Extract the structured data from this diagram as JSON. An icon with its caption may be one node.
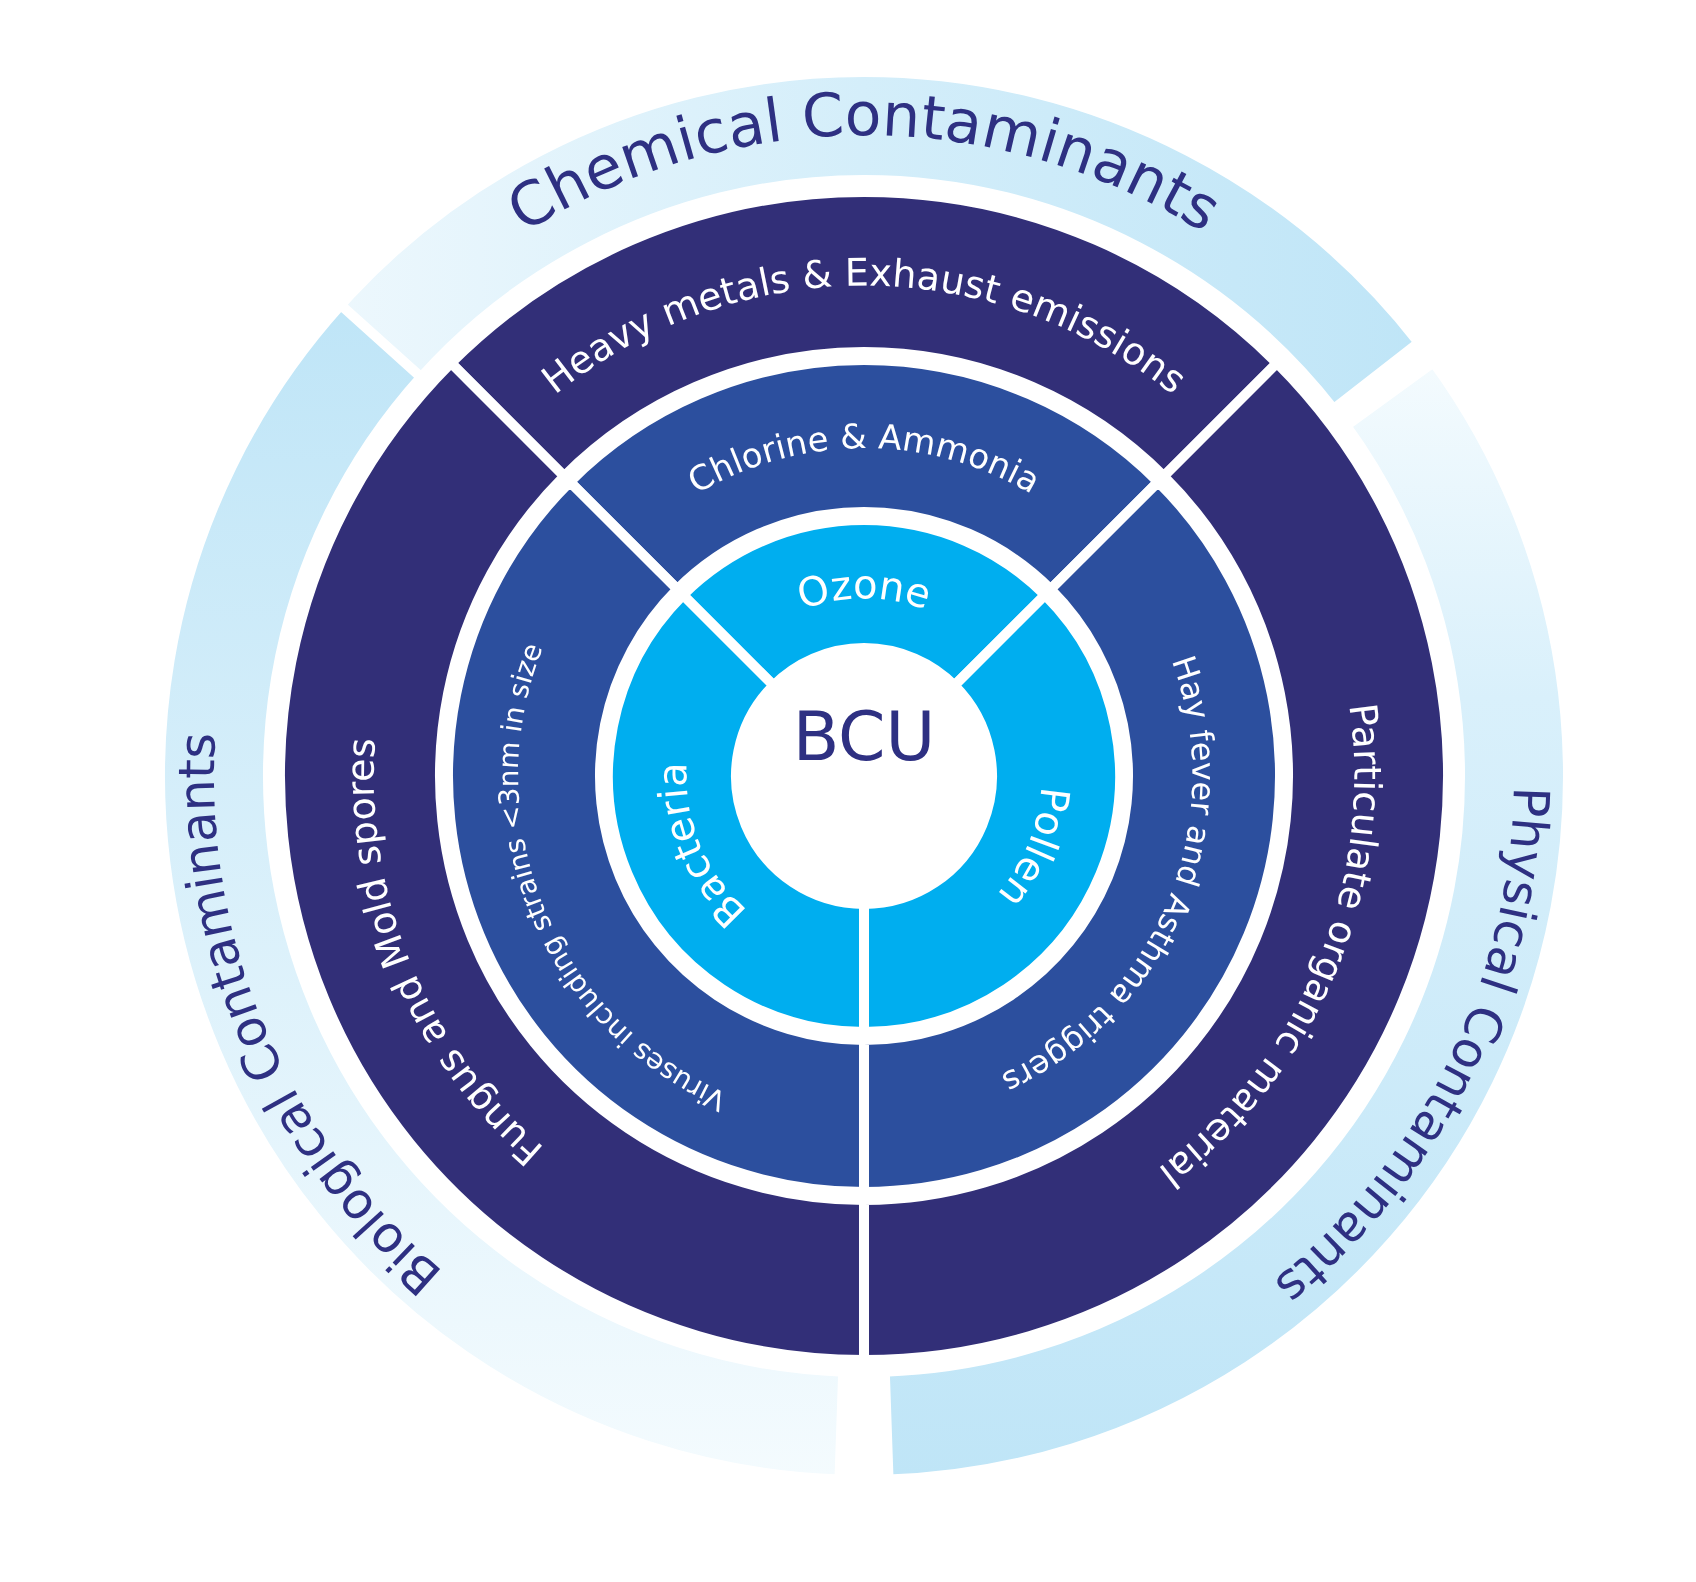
{
  "diagram": {
    "nodes": [
      {
        "text": [
          "Chemical Contaminants"
        ]
      },
      {
        "text": [
          "Heavy metals & Exhaust emissions"
        ]
      },
      {
        "text": [
          "Chlorine & Ammonia"
        ]
      },
      {
        "text": [
          "Ozone"
        ]
      },
      {
        "text": [
          "BCU"
        ]
      },
      {
        "text": [
          "Biological Contaminants"
        ]
      },
      {
        "text": [
          "Fungus and Mold spores"
        ]
      },
      {
        "text": [
          "Viruses including strains <3nm in size"
        ]
      },
      {
        "text": [
          "Bacteria"
        ]
      },
      {
        "text": [
          "Physical Contaminants"
        ]
      },
      {
        "text": [
          "Particulate organic material"
        ]
      },
      {
        "text": [
          "Hay fever and Asthma triggers"
        ]
      },
      {
        "text": [
          "Pollen"
        ]
      }
    ]
  }
}
